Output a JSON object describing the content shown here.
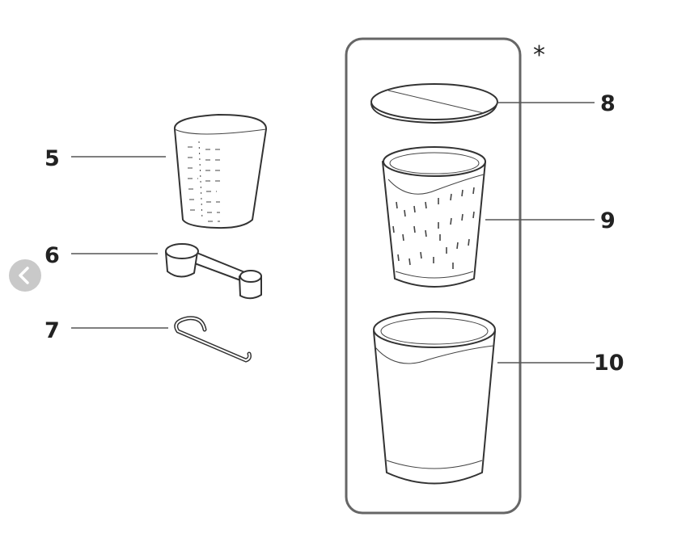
{
  "parts": [
    {
      "number": "5",
      "name": "measuring-cup"
    },
    {
      "number": "6",
      "name": "measuring-scoop"
    },
    {
      "number": "7",
      "name": "hook-tool"
    },
    {
      "number": "8",
      "name": "lid"
    },
    {
      "number": "9",
      "name": "filter-basket"
    },
    {
      "number": "10",
      "name": "jug"
    }
  ],
  "panel_marker": "*",
  "nav": {
    "back_icon": "chevron-left-icon"
  }
}
